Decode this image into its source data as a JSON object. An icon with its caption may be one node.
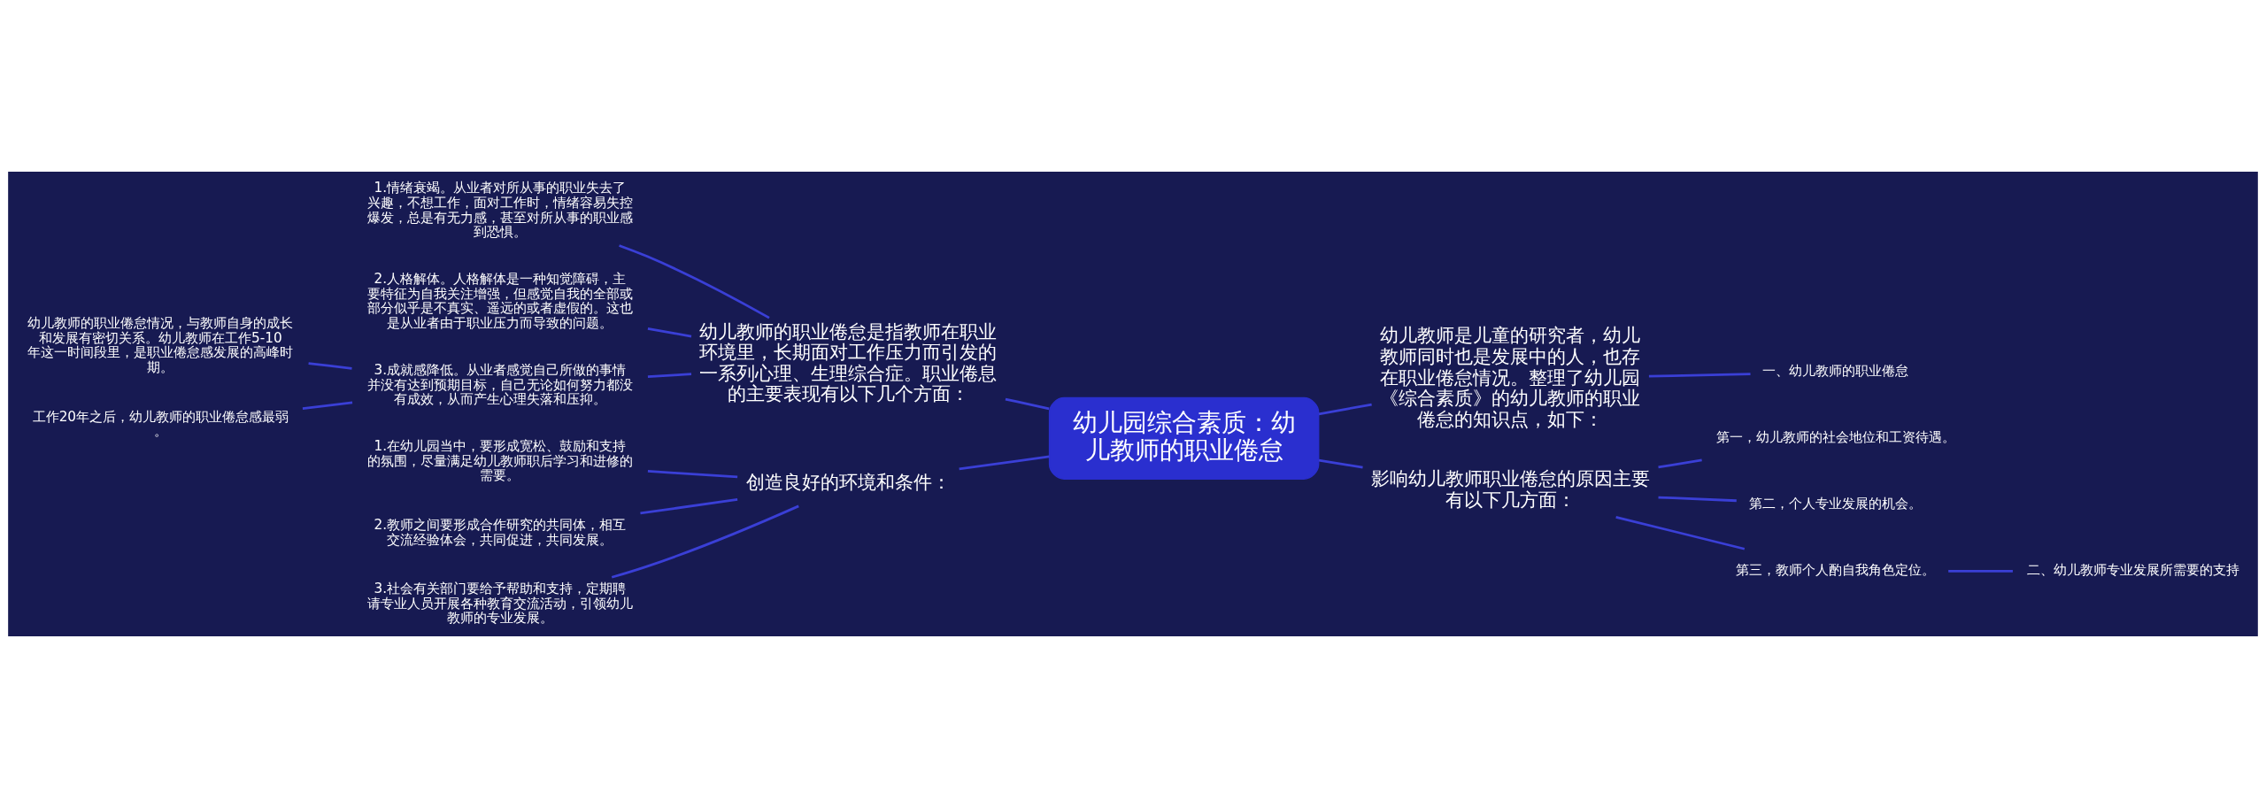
{
  "diagram": {
    "nodes": [
      {
        "text": [
          "幼儿园综合素质：幼儿教师的职业倦怠"
        ]
      },
      {
        "text": [
          "幼儿教师的职业倦怠是指教师在职业环境里，长期面对工作压力而引发的一系列心理、生理综合症。职业倦息的主要表现有以下几个方面："
        ]
      },
      {
        "text": [
          "1.情绪衰竭。从业者对所从事的职业失去了兴趣，不想工作，面对工作时，情绪容易失控爆发，总是有无力感，甚至对所从事的职业感到恐惧。"
        ]
      },
      {
        "text": [
          "2.人格解体。人格解体是一种知觉障碍，主要特征为自我关注增强，但感觉自我的全部或部分似乎是不真实、遥远的或者虚假的。这也是从业者由于职业压力而导致的问题。"
        ]
      },
      {
        "text": [
          "3.成就感降低。从业者感觉自己所做的事情并没有达到预期目标，自己无论如何努力都没有成效，从而产生心理失落和压抑。"
        ]
      },
      {
        "text": [
          "幼儿教师的职业倦怠情况，与教师自身的成长和发展有密切关系。幼儿教师在工作5-10年这一时间段里，是职业倦怠感发展的高峰时期。"
        ]
      },
      {
        "text": [
          "工作20年之后，幼儿教师的职业倦怠感最弱。"
        ]
      },
      {
        "text": [
          "创造良好的环境和条件："
        ]
      },
      {
        "text": [
          "1.在幼儿园当中，要形成宽松、鼓励和支持的氛围，尽量满足幼儿教师职后学习和进修的需要。"
        ]
      },
      {
        "text": [
          "2.教师之间要形成合作研究的共同体，相互交流经验体会，共同促进，共同发展。"
        ]
      },
      {
        "text": [
          "3.社会有关部门要给予帮助和支持，定期聘请专业人员开展各种教育交流活动，引领幼儿教师的专业发展。"
        ]
      },
      {
        "text": [
          "幼儿教师是儿童的研究者，幼儿教师同时也是发展中的人，也存在职业倦怠情况。整理了幼儿园《综合素质》的幼儿教师的职业倦怠的知识点，如下："
        ]
      },
      {
        "text": [
          "一、幼儿教师的职业倦怠"
        ]
      },
      {
        "text": [
          "影响幼儿教师职业倦怠的原因主要有以下几方面："
        ]
      },
      {
        "text": [
          "第一，幼儿教师的社会地位和工资待遇。"
        ]
      },
      {
        "text": [
          "第二，个人专业发展的机会。"
        ]
      },
      {
        "text": [
          "第三，教师个人酌自我角色定位。"
        ]
      },
      {
        "text": [
          "二、幼儿教师专业发展所需要的支持"
        ]
      }
    ],
    "edges": [
      {
        "from": 0,
        "to": 1,
        "arrow": "none"
      },
      {
        "from": 1,
        "to": 2,
        "arrow": "none"
      },
      {
        "from": 1,
        "to": 3,
        "arrow": "none"
      },
      {
        "from": 1,
        "to": 4,
        "arrow": "none"
      },
      {
        "from": 4,
        "to": 5,
        "arrow": "none"
      },
      {
        "from": 4,
        "to": 6,
        "arrow": "none"
      },
      {
        "from": 0,
        "to": 7,
        "arrow": "none"
      },
      {
        "from": 7,
        "to": 8,
        "arrow": "none"
      },
      {
        "from": 7,
        "to": 9,
        "arrow": "none"
      },
      {
        "from": 7,
        "to": 10,
        "arrow": "none"
      },
      {
        "from": 0,
        "to": 11,
        "arrow": "none"
      },
      {
        "from": 11,
        "to": 12,
        "arrow": "none"
      },
      {
        "from": 0,
        "to": 13,
        "arrow": "none"
      },
      {
        "from": 13,
        "to": 14,
        "arrow": "none"
      },
      {
        "from": 13,
        "to": 15,
        "arrow": "none"
      },
      {
        "from": 13,
        "to": 16,
        "arrow": "none"
      },
      {
        "from": 16,
        "to": 17,
        "arrow": "none"
      }
    ]
  }
}
